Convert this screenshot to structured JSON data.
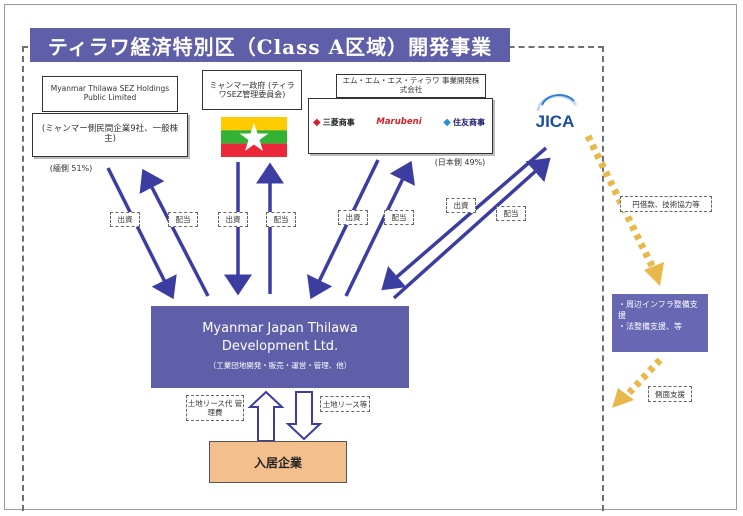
{
  "title": "ティラワ経済特別区（Class A区域）開発事業",
  "shareholders": {
    "thilawa_sez": {
      "header": "Myanmar Thilawa SEZ Holdings Public Limited",
      "body": "(ミャンマー側民間企業9社、一般株主)"
    },
    "myanmar_gov": {
      "header": "ミャンマー政府 (ティラワSEZ管理委員会)"
    },
    "mms": {
      "header": "エム・エム・エス・ティラワ 事業開発株式会社",
      "logos": [
        "三菱商事",
        "Marubeni",
        "住友商事"
      ]
    },
    "jica": {
      "logo": "JICA"
    }
  },
  "share_labels": {
    "myanmar": "(緬側 51%)",
    "japan": "(日本側 49%)"
  },
  "flow_labels": {
    "invest": "出資",
    "dividend": "配当"
  },
  "mjtd": {
    "name_line1": "Myanmar Japan Thilawa",
    "name_line2": "Development Ltd.",
    "role": "（工業団地開発・販売・運営・管理、他）"
  },
  "tenant_flows": {
    "fee": "土地リース代 管理費",
    "lease": "土地リース等"
  },
  "tenant": "入居企業",
  "jica_flows": {
    "cooperation": "円借款、技術協力等",
    "support_items": [
      "・周辺インフラ整備支援",
      "・法整備支援、等"
    ],
    "side_support": "側面支援"
  },
  "colors": {
    "accent": "#5f5ea8",
    "arrow": "#3b3da0",
    "tenant": "#f3bf8c",
    "jica_arrow": "#e8b84a",
    "flag_yellow": "#fecb00",
    "flag_green": "#34b233",
    "flag_red": "#ea2839"
  }
}
